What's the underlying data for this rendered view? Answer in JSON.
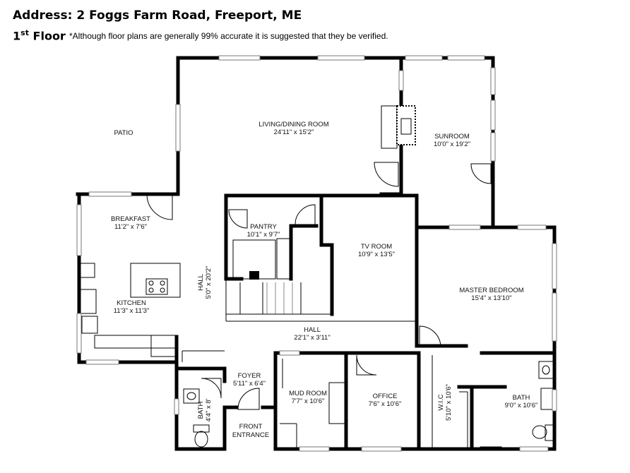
{
  "header": {
    "address": "Address: 2 Foggs Farm Road, Freeport, ME",
    "floor_main": "1",
    "floor_sup": "st",
    "floor_word": "Floor",
    "note": "*Although floor plans are generally 99% accurate it is suggested that they be verified."
  },
  "rooms": {
    "patio": {
      "name": "PATIO"
    },
    "living": {
      "name": "LIVING/DINING ROOM",
      "dims": "24'11\" x 15'2\""
    },
    "sunroom": {
      "name": "SUNROOM",
      "dims": "10'0\" x 19'2\""
    },
    "breakfast": {
      "name": "BREAKFAST",
      "dims": "11'2\" x 7'6\""
    },
    "pantry": {
      "name": "PANTRY",
      "dims": "10'1\" x 9'7\""
    },
    "tvroom": {
      "name": "TV ROOM",
      "dims": "10'9\" x 13'5\""
    },
    "master": {
      "name": "MASTER BEDROOM",
      "dims": "15'4\" x 13'10\""
    },
    "kitchen": {
      "name": "KITCHEN",
      "dims": "11'3\" x 11'3\""
    },
    "hall_v": {
      "name": "HALL",
      "dims": "5'0\" x 20'2\""
    },
    "hall_h": {
      "name": "HALL",
      "dims": "22'1\" x 3'11\""
    },
    "foyer": {
      "name": "FOYER",
      "dims": "5'11\" x 6'4\""
    },
    "mudroom": {
      "name": "MUD ROOM",
      "dims": "7'7\" x 10'6\""
    },
    "office": {
      "name": "OFFICE",
      "dims": "7'6\" x 10'6\""
    },
    "wic": {
      "name": "W.I.C",
      "dims": "5'10\" x 10'6\""
    },
    "bath_master": {
      "name": "BATH",
      "dims": "9'0\" x 10'6\""
    },
    "bath_small": {
      "name": "BATH",
      "dims": "4'4\" x 8'"
    },
    "front_entrance": {
      "line1": "FRONT",
      "line2": "ENTRANCE"
    }
  }
}
